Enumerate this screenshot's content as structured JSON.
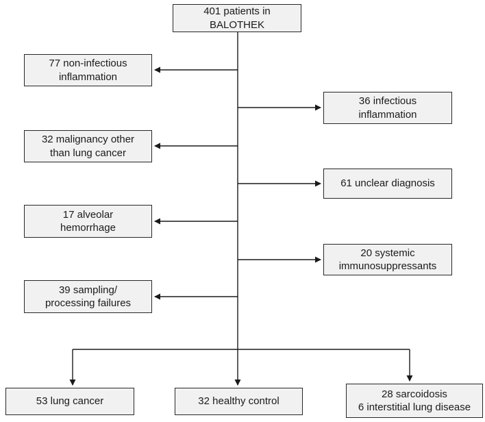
{
  "diagram": {
    "type": "flowchart",
    "title": "Patient disposition flow diagram",
    "box_fill": "#f1f1f1",
    "box_border": "#262626",
    "line_color": "#1a1a1a",
    "nodes": {
      "root": {
        "line1": "401 patients in",
        "line2": "BALOTHEK"
      },
      "left1": {
        "line1": "77 non-infectious",
        "line2": "inflammation"
      },
      "right1": {
        "line1": "36 infectious",
        "line2": "inflammation"
      },
      "left2": {
        "line1": "32 malignancy other",
        "line2": "than lung cancer"
      },
      "right2": {
        "line1": "61 unclear diagnosis"
      },
      "left3": {
        "line1": "17 alveolar",
        "line2": "hemorrhage"
      },
      "right3": {
        "line1": "20 systemic",
        "line2": "immunosuppressants"
      },
      "left4": {
        "line1": "39 sampling/",
        "line2": "processing failures"
      },
      "bottom1": {
        "line1": "53 lung cancer"
      },
      "bottom2": {
        "line1": "32 healthy control"
      },
      "bottom3": {
        "line1": "28 sarcoidosis",
        "line2": "6 interstitial lung disease"
      }
    }
  }
}
